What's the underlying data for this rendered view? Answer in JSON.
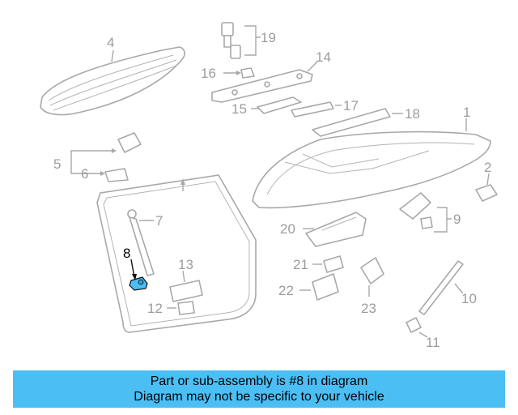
{
  "diagram": {
    "callouts": {
      "p1": "1",
      "p2": "2",
      "p4": "4",
      "p5": "5",
      "p6": "6",
      "p7": "7",
      "p8": "8",
      "p9": "9",
      "p10": "10",
      "p11": "11",
      "p12": "12",
      "p13": "13",
      "p14": "14",
      "p15": "15",
      "p16": "16",
      "p17": "17",
      "p18": "18",
      "p19": "19",
      "p20": "20",
      "p21": "21",
      "p22": "22",
      "p23": "23"
    },
    "highlight_color": "#4bbef4",
    "line_color": "#a8a8a8"
  },
  "banner": {
    "line1": "Part or sub-assembly is #8 in diagram",
    "line2": "Diagram may not be specific to your vehicle",
    "background": "#4bbef4"
  }
}
